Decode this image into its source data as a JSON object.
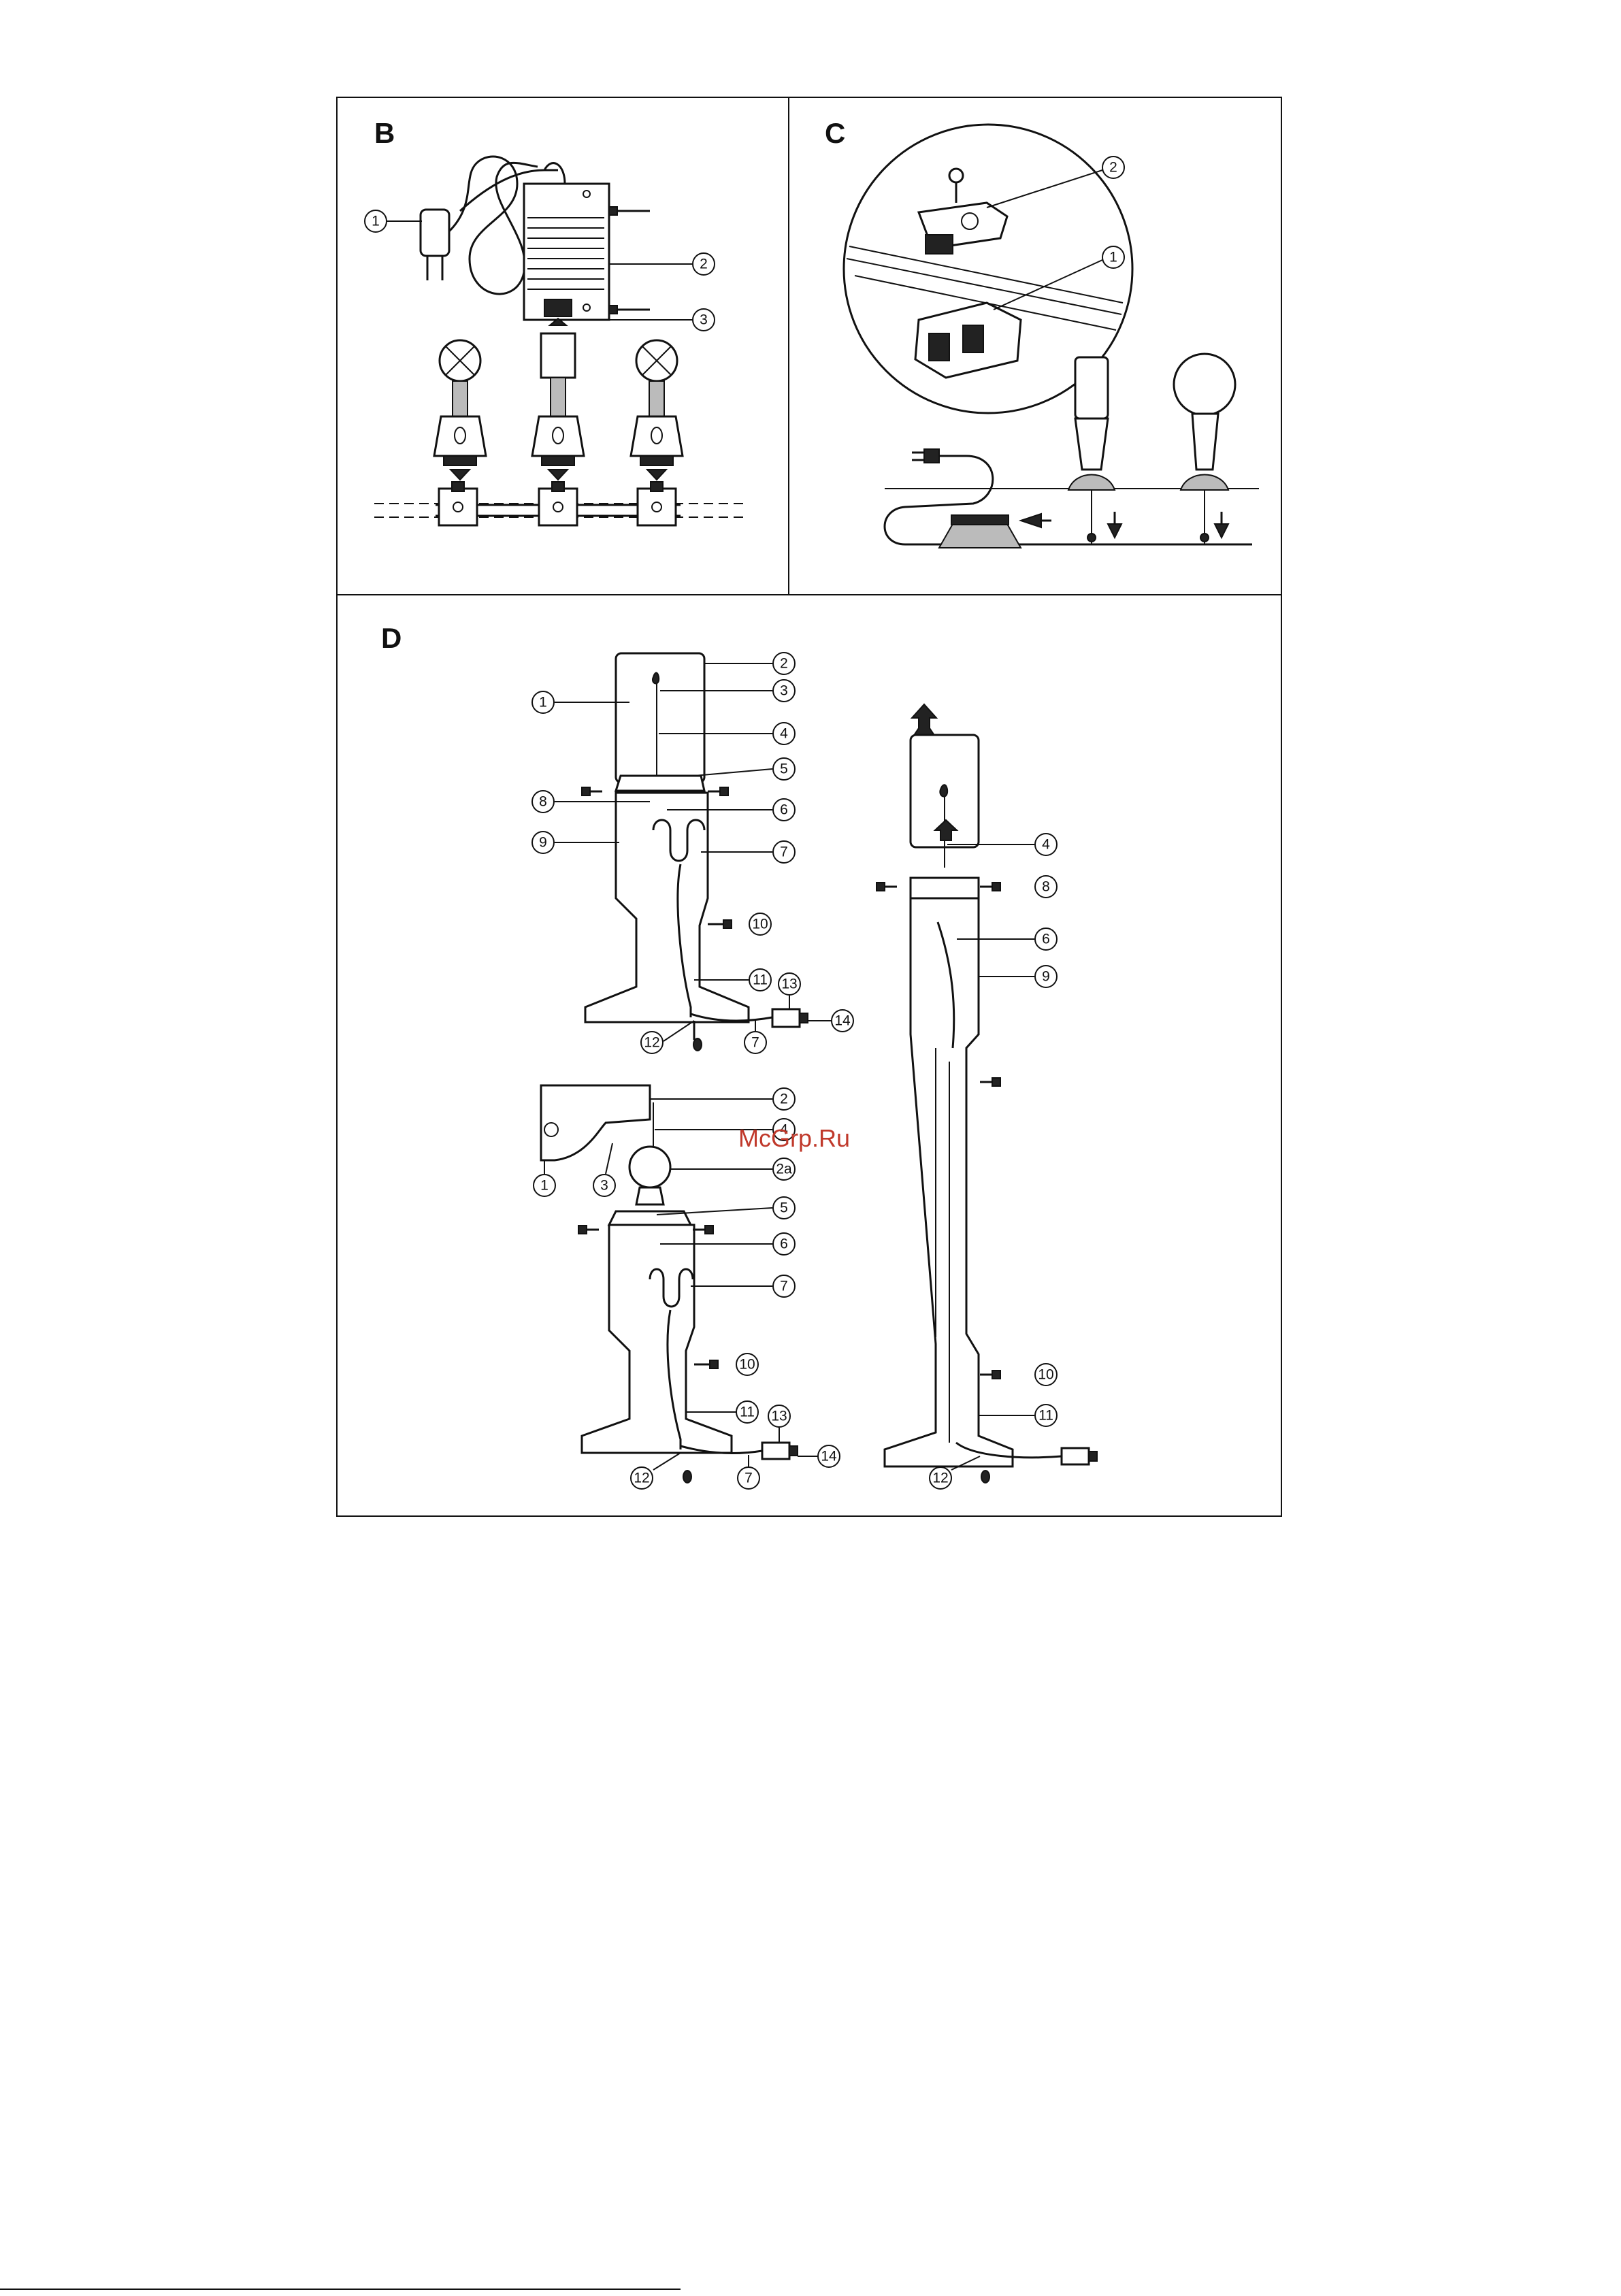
{
  "panels": {
    "b": {
      "letter": "B",
      "callouts": [
        "1",
        "2",
        "3"
      ]
    },
    "c": {
      "letter": "C",
      "callouts": [
        "2",
        "1"
      ]
    },
    "d": {
      "letter": "D",
      "top_left_callouts": [
        "1",
        "2",
        "3",
        "4",
        "5",
        "8",
        "6",
        "9",
        "7",
        "10",
        "11",
        "13",
        "14",
        "12",
        "7"
      ],
      "bottom_left_callouts": [
        "2",
        "4",
        "2a",
        "1",
        "3",
        "5",
        "6",
        "7",
        "10",
        "11",
        "13",
        "14",
        "12",
        "7"
      ],
      "right_callouts": [
        "4",
        "8",
        "6",
        "9",
        "10",
        "11",
        "12"
      ]
    }
  },
  "watermark": "McGrp.Ru"
}
